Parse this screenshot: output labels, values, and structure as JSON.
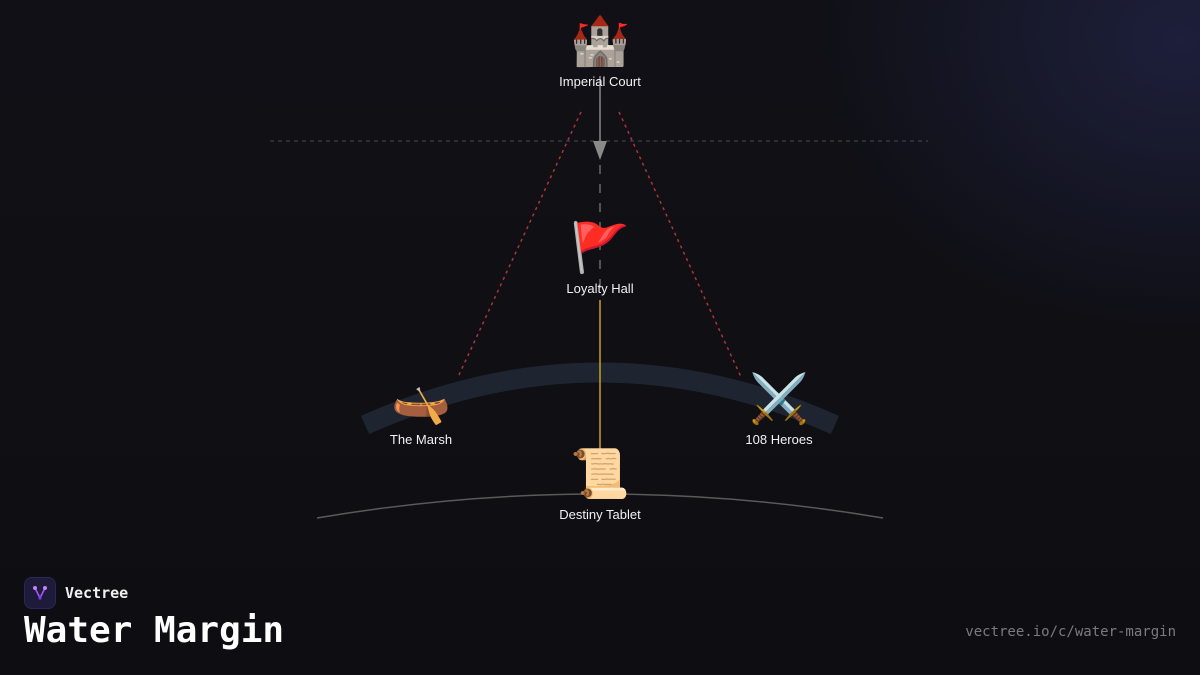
{
  "diagram": {
    "nodes": [
      {
        "id": "imperial-court",
        "icon": "castle-icon",
        "glyph": "🏰",
        "label": "Imperial Court"
      },
      {
        "id": "loyalty-hall",
        "icon": "red-flag-icon",
        "glyph": "🚩",
        "label": "Loyalty Hall"
      },
      {
        "id": "the-marsh",
        "icon": "canoe-icon",
        "glyph": "🛶",
        "label": "The Marsh"
      },
      {
        "id": "108-heroes",
        "icon": "crossed-swords-icon",
        "glyph": "⚔️",
        "label": "108 Heroes"
      },
      {
        "id": "destiny-tablet",
        "icon": "scroll-icon",
        "glyph": "📜",
        "label": "Destiny Tablet"
      }
    ],
    "colors": {
      "court_to_hall": "#8a8a8a",
      "hall_to_tablet": "#c9a227",
      "dashed_red": "#b03434",
      "marsh_band": "#1f2530",
      "tablet_arc": "#5a5a5a",
      "divider": "#4a4a4a"
    }
  },
  "brand": {
    "name": "Vectree",
    "icon": "vectree-logo-icon",
    "accent": "#a855f7"
  },
  "page": {
    "title": "Water Margin",
    "url": "vectree.io/c/water-margin"
  }
}
